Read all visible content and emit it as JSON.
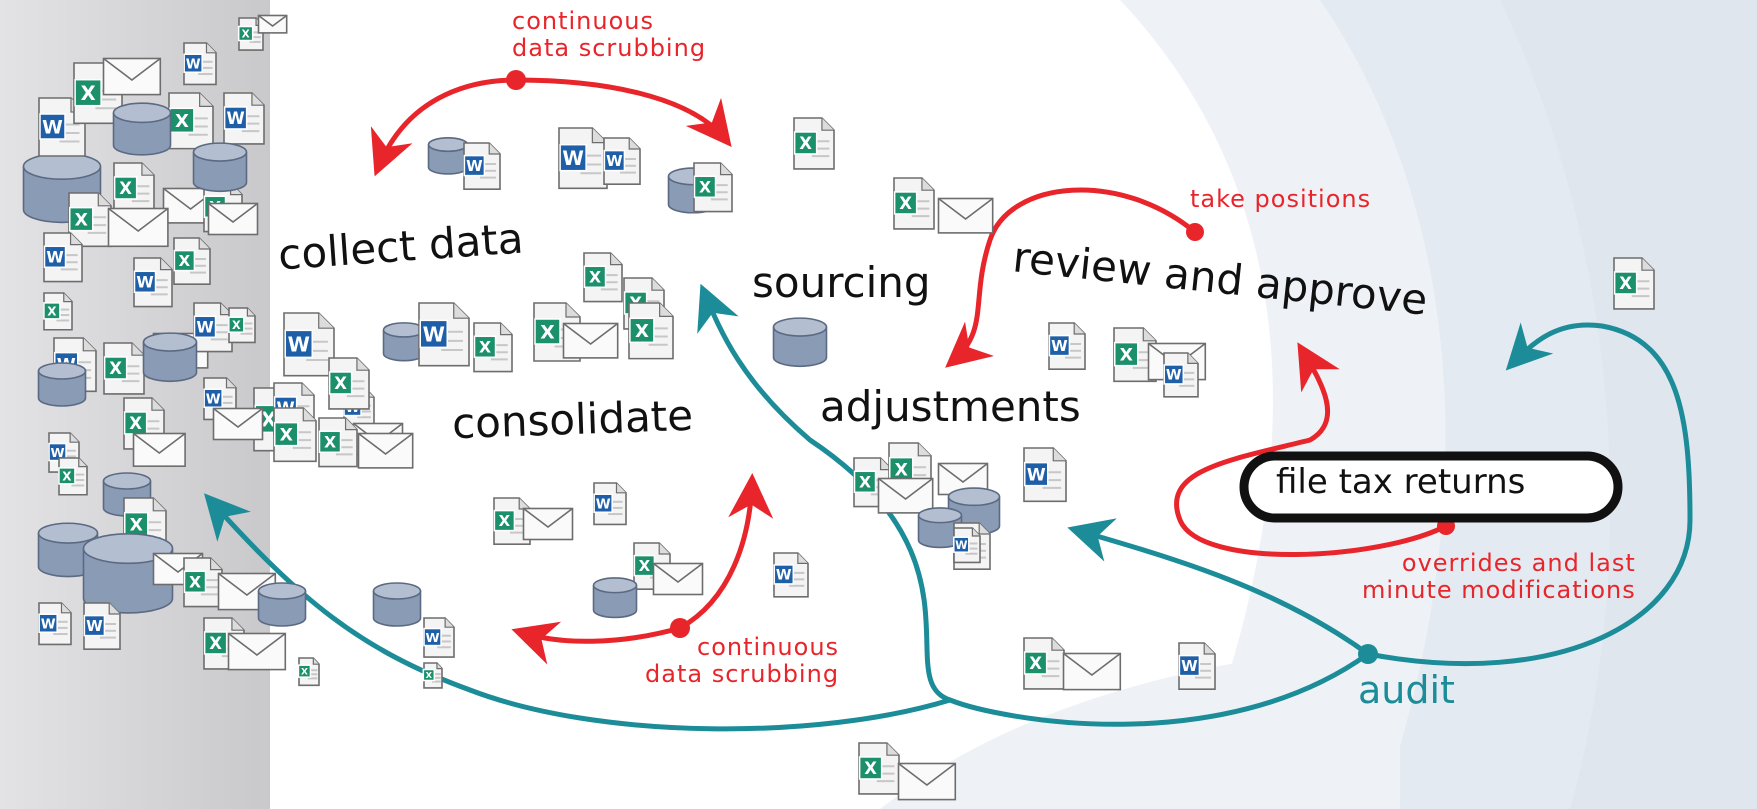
{
  "colors": {
    "process_red": "#e8252a",
    "audit_teal": "#1b8c98",
    "label_black": "#111111",
    "db_blue": "#8a9bb5",
    "word_blue": "#1f5fa8",
    "excel_green": "#1c8f6b",
    "panel_grey": "#d6d6d8"
  },
  "stages": {
    "collect": "collect data",
    "sourcing": "sourcing",
    "review": "review and approve",
    "consolidate": "consolidate",
    "adjustments": "adjustments",
    "file_tax": "file tax returns",
    "audit": "audit"
  },
  "notes": {
    "scrub_top_1": "continuous",
    "scrub_top_2": "data scrubbing",
    "scrub_bottom_1": "continuous",
    "scrub_bottom_2": "data scrubbing",
    "take_positions": "take positions",
    "overrides_1": "overrides and last",
    "overrides_2": "minute modifications"
  },
  "icons": {
    "word": "word-document-icon",
    "excel": "excel-spreadsheet-icon",
    "email": "email-envelope-icon",
    "database": "database-cylinder-icon"
  }
}
